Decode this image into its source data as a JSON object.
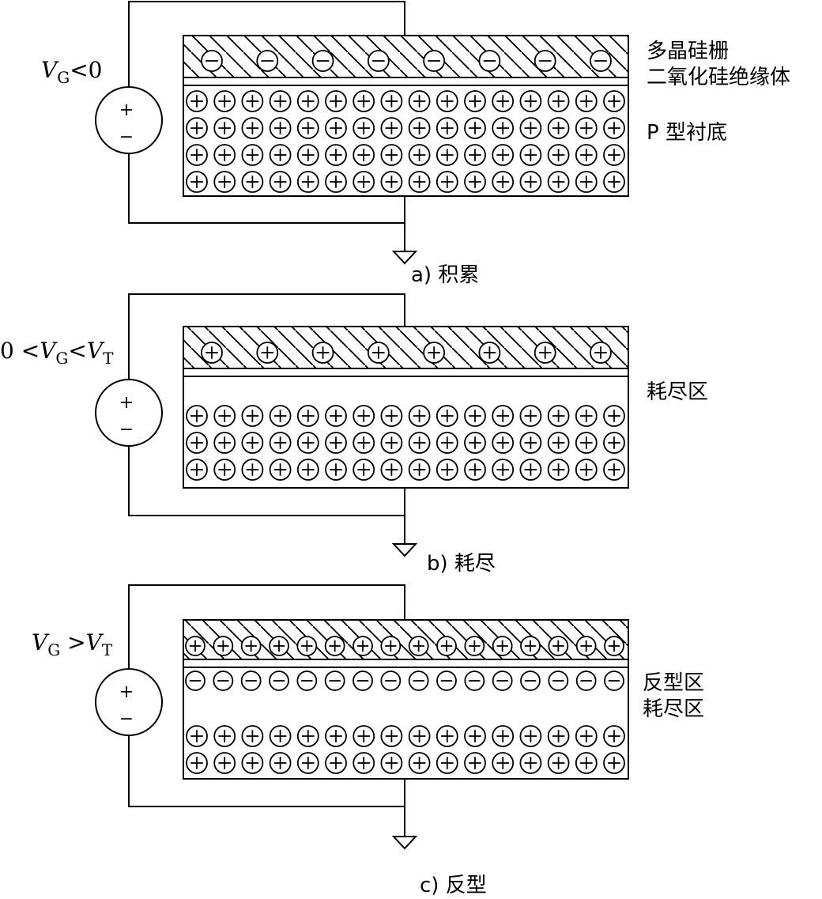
{
  "labels": {
    "gate": "多晶硅栅",
    "oxide": "二氧化硅绝缘体",
    "substrate": "P 型衬底",
    "depletion_region": "耗尽区",
    "inversion_region": "反型区",
    "depletion_region_c": "耗尽区"
  },
  "panels": [
    {
      "caption": "a) 积累",
      "voltage": {
        "parts": [
          "V",
          "G",
          "<0"
        ]
      },
      "source_plus": "+",
      "source_minus": "−",
      "gate_charge": "−",
      "gate_charge_count": 8,
      "inversion_charge": null,
      "substrate_rows": 4,
      "substrate_cols": 16
    },
    {
      "caption": "b) 耗尽",
      "voltage": {
        "parts": [
          "0 <",
          "V",
          "G",
          "<",
          "V",
          "T"
        ]
      },
      "source_plus": "+",
      "source_minus": "−",
      "gate_charge": "+",
      "gate_charge_count": 8,
      "inversion_charge": null,
      "substrate_rows": 3,
      "substrate_cols": 16
    },
    {
      "caption": "c) 反型",
      "voltage": {
        "parts": [
          "V",
          "G",
          " >",
          "V",
          "T"
        ]
      },
      "source_plus": "+",
      "source_minus": "−",
      "gate_charge": "+",
      "gate_charge_count": 16,
      "inversion_charge": "−",
      "inversion_charge_count": 16,
      "substrate_rows": 2,
      "substrate_cols": 16
    }
  ]
}
